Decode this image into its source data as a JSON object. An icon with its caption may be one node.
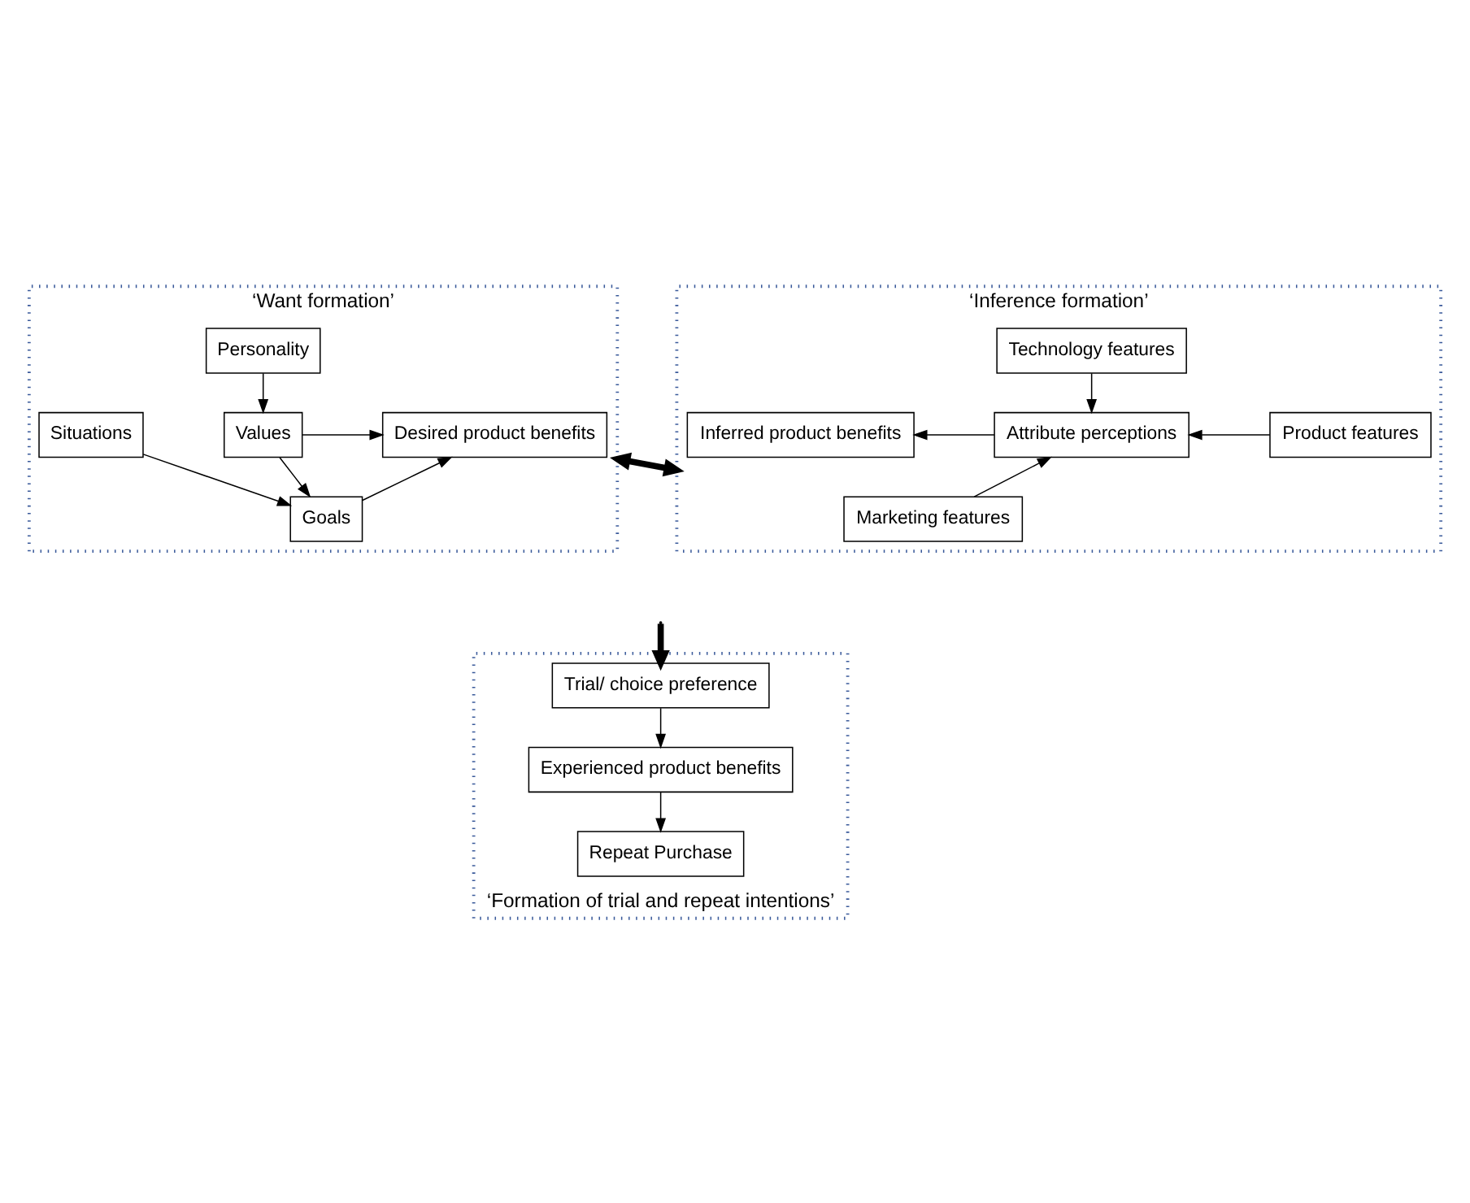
{
  "diagram": {
    "nodes": [
      {
        "text": [
          "‘Want formation’"
        ]
      },
      {
        "text": [
          "Personality"
        ],
        "in": 0
      },
      {
        "text": [
          "Values"
        ],
        "in": 0
      },
      {
        "text": [
          "Desired product benefits"
        ],
        "in": 0
      },
      {
        "text": [
          "Goals"
        ],
        "in": 0
      },
      {
        "text": [
          "Situations"
        ],
        "in": 0
      },
      {
        "text": [
          "‘Inference formation’"
        ]
      },
      {
        "text": [
          "Inferred product benefits"
        ],
        "in": 6
      },
      {
        "text": [
          "Attribute perceptions"
        ],
        "in": 6
      },
      {
        "text": [
          "Technology features"
        ],
        "in": 6
      },
      {
        "text": [
          "Product features"
        ],
        "in": 6
      },
      {
        "text": [
          "Marketing features"
        ],
        "in": 6
      },
      {
        "text": [
          "‘Formation of trial and repeat intentions’"
        ]
      },
      {
        "text": [
          "Trial/ choice preference"
        ],
        "in": 12
      },
      {
        "text": [
          "Experienced product benefits"
        ],
        "in": 12
      },
      {
        "text": [
          "Repeat Purchase"
        ],
        "in": 12
      }
    ],
    "edges": [
      {
        "from": 1,
        "to": 2,
        "arrow": "to"
      },
      {
        "from": 2,
        "to": 4,
        "arrow": "to"
      },
      {
        "from": 5,
        "to": 4,
        "arrow": "to"
      },
      {
        "from": 2,
        "to": 3,
        "arrow": "to"
      },
      {
        "from": 4,
        "to": 3,
        "arrow": "to"
      },
      {
        "from": 0,
        "to": 6,
        "arrow": "both",
        "style": "thick"
      },
      {
        "from": null,
        "to": 13,
        "arrow": "to",
        "style": "thick"
      },
      {
        "from": 8,
        "to": 7,
        "arrow": "to"
      },
      {
        "from": 9,
        "to": 8,
        "arrow": "to"
      },
      {
        "from": 10,
        "to": 8,
        "arrow": "to"
      },
      {
        "from": 11,
        "to": 8,
        "arrow": "to"
      },
      {
        "from": 13,
        "to": 14,
        "arrow": "to"
      },
      {
        "from": 14,
        "to": 15,
        "arrow": "to"
      }
    ]
  }
}
